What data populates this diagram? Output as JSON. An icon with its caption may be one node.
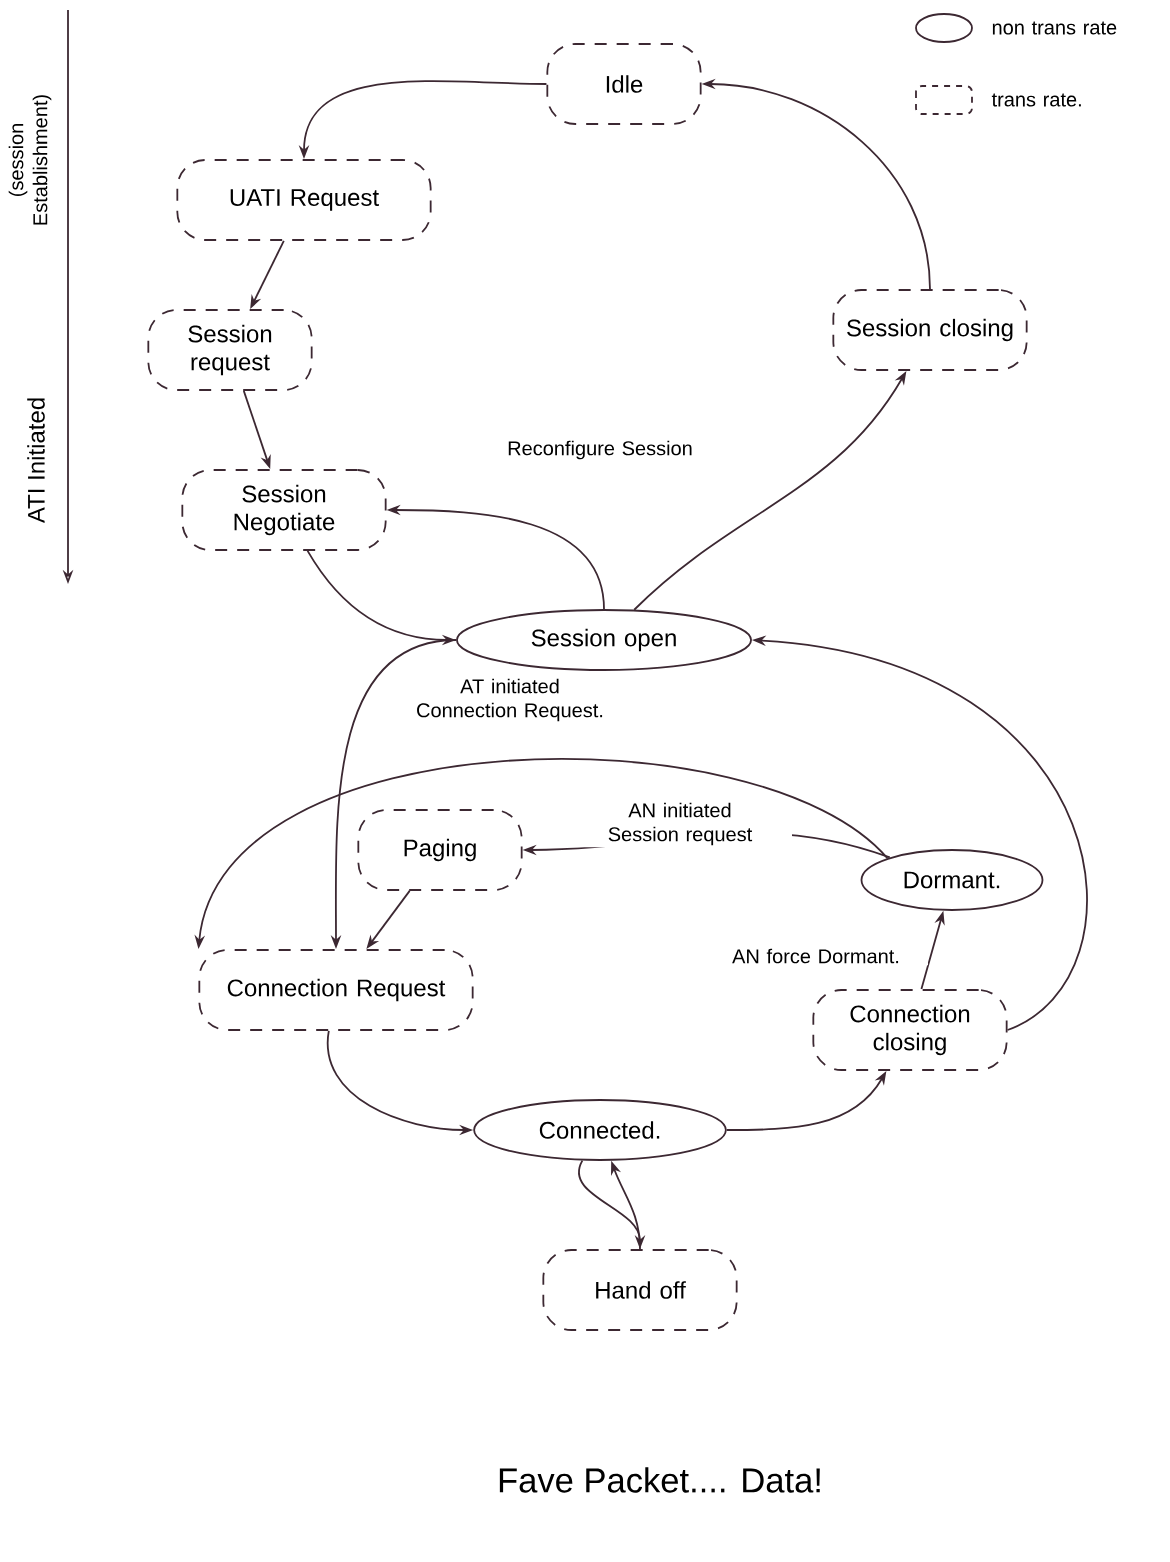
{
  "diagram": {
    "nodes": [
      {
        "text": [
          "Idle"
        ]
      },
      {
        "text": [
          "UATI Request"
        ]
      },
      {
        "text": [
          "Session request"
        ]
      },
      {
        "text": [
          "Session Negotiate"
        ]
      },
      {
        "text": [
          "Session open"
        ]
      },
      {
        "text": [
          "Session closing"
        ]
      },
      {
        "text": [
          "Paging"
        ]
      },
      {
        "text": [
          "Dormant."
        ]
      },
      {
        "text": [
          "Connection Request"
        ]
      },
      {
        "text": [
          "Connection closing"
        ]
      },
      {
        "text": [
          "Connected."
        ]
      },
      {
        "text": [
          "Hand off"
        ]
      }
    ],
    "edges": [
      {
        "from": 0,
        "to": 1,
        "arrow": "to"
      },
      {
        "from": 1,
        "to": 2,
        "arrow": "to"
      },
      {
        "from": 2,
        "to": 3,
        "arrow": "to"
      },
      {
        "from": 3,
        "to": 4,
        "arrow": "to"
      },
      {
        "from": 4,
        "to": 3,
        "arrow": "to",
        "label": "Reconfigure Session"
      },
      {
        "from": 4,
        "to": 5,
        "arrow": "to"
      },
      {
        "from": 5,
        "to": 0,
        "arrow": "to"
      },
      {
        "from": 4,
        "to": 8,
        "arrow": "to"
      },
      {
        "from": 7,
        "to": 8,
        "arrow": "to",
        "label": "AT initiated Connection Request."
      },
      {
        "from": 7,
        "to": 6,
        "arrow": "to",
        "label": "AN initiated Session request"
      },
      {
        "from": 6,
        "to": 8,
        "arrow": "to"
      },
      {
        "from": 8,
        "to": 10,
        "arrow": "to"
      },
      {
        "from": 10,
        "to": 11,
        "arrow": "to"
      },
      {
        "from": 11,
        "to": 10,
        "arrow": "to"
      },
      {
        "from": 10,
        "to": 9,
        "arrow": "to"
      },
      {
        "from": 9,
        "to": 7,
        "arrow": "to",
        "label": "AN force Dormant."
      },
      {
        "from": 9,
        "to": 4,
        "arrow": "to"
      }
    ],
    "labels": [
      "ATI Initiated",
      "(session Establishment)",
      "Fave Packet.... Data!"
    ],
    "legend": [
      {
        "text": "non trans rate"
      },
      {
        "text": "trans rate."
      }
    ]
  }
}
